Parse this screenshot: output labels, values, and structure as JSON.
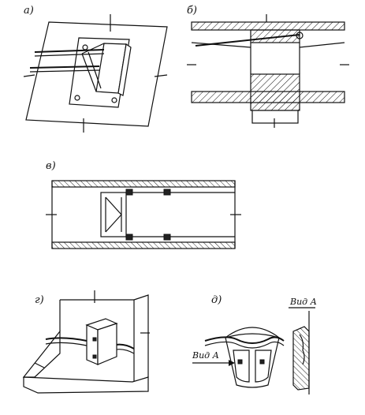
{
  "labels": {
    "a": "а)",
    "b": "б)",
    "v": "в)",
    "g": "г)",
    "d": "д)",
    "view_a_top": "Вид А",
    "view_a_arrow": "Вид А"
  }
}
